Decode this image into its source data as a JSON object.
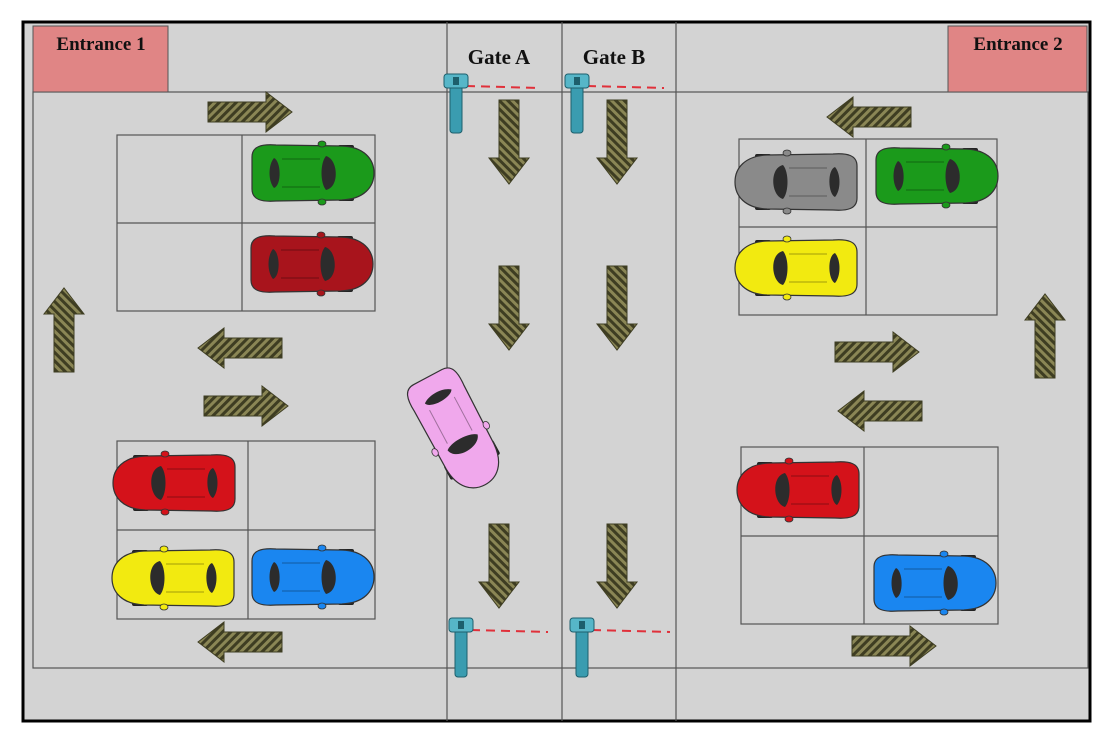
{
  "labels": {
    "entrance_1": "Entrance 1",
    "entrance_2": "Entrance 2",
    "gate_a": "Gate A",
    "gate_b": "Gate B"
  },
  "colors": {
    "pavement": "#d3d3d3",
    "entrance_box": "#e08585",
    "arrow_fill": "#8a8655",
    "arrow_stripe": "#3e3d22",
    "barrier_post": "#3a9cb0",
    "barrier_bar": "#e0303a",
    "line": "#555555"
  },
  "cars": [
    {
      "name": "car-green-left",
      "color": "#1b9a1b"
    },
    {
      "name": "car-red-convertible",
      "color": "#a8141c"
    },
    {
      "name": "car-red-left",
      "color": "#d4121a"
    },
    {
      "name": "car-yellow-left",
      "color": "#f2ea10"
    },
    {
      "name": "car-blue-left",
      "color": "#1a86f0"
    },
    {
      "name": "car-pink-center",
      "color": "#f0a8ec"
    },
    {
      "name": "car-gray-right",
      "color": "#8a8a8a"
    },
    {
      "name": "car-green-right",
      "color": "#1b9a1b"
    },
    {
      "name": "car-yellow-right",
      "color": "#f2ea10"
    },
    {
      "name": "car-red-right",
      "color": "#d4121a"
    },
    {
      "name": "car-blue-right",
      "color": "#1a86f0"
    }
  ],
  "arrows": [
    {
      "name": "arrow-right",
      "dir": "right"
    },
    {
      "name": "arrow-up",
      "dir": "up"
    },
    {
      "name": "arrow-left",
      "dir": "left"
    },
    {
      "name": "arrow-right",
      "dir": "right"
    },
    {
      "name": "arrow-left",
      "dir": "left"
    },
    {
      "name": "arrow-down",
      "dir": "down"
    },
    {
      "name": "arrow-down",
      "dir": "down"
    },
    {
      "name": "arrow-down",
      "dir": "down"
    },
    {
      "name": "arrow-down",
      "dir": "down"
    },
    {
      "name": "arrow-down",
      "dir": "down"
    },
    {
      "name": "arrow-down",
      "dir": "down"
    },
    {
      "name": "arrow-left",
      "dir": "left"
    },
    {
      "name": "arrow-up",
      "dir": "up"
    },
    {
      "name": "arrow-right",
      "dir": "right"
    },
    {
      "name": "arrow-left",
      "dir": "left"
    },
    {
      "name": "arrow-right",
      "dir": "right"
    }
  ],
  "barriers": [
    {
      "name": "barrier-gate-a-top"
    },
    {
      "name": "barrier-gate-b-top"
    },
    {
      "name": "barrier-gate-a-bottom"
    },
    {
      "name": "barrier-gate-b-bottom"
    }
  ]
}
